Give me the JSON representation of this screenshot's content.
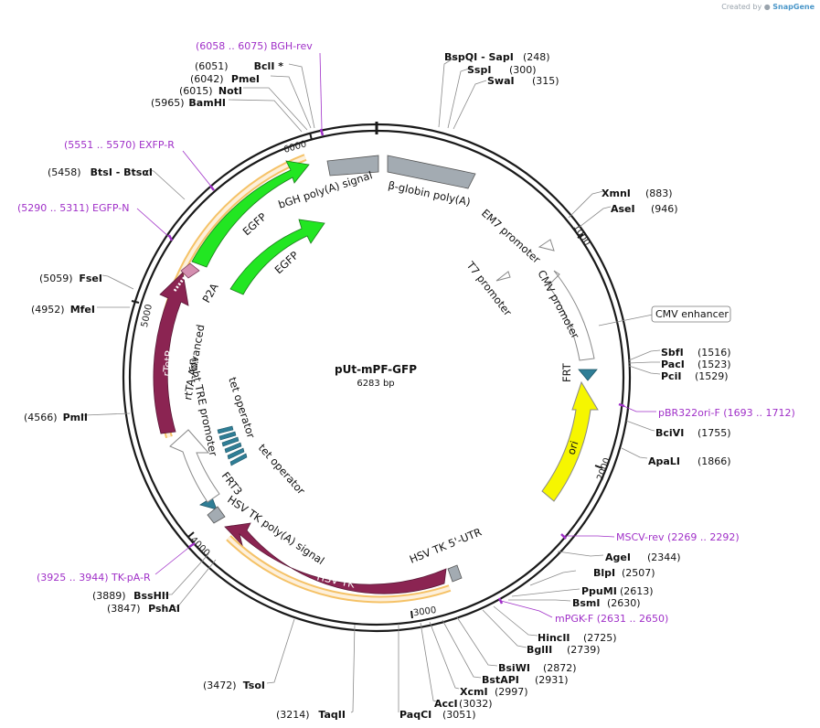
{
  "credit": {
    "prefix": "Created by",
    "brand": "SnapGene"
  },
  "plasmid": {
    "name": "pUt-mPF-GFP",
    "size_label": "6283 bp",
    "length": 6283
  },
  "colors": {
    "primer": "#a030c8",
    "green": "#22e622",
    "maroon": "#8b2452",
    "gray": "#a3abb2",
    "teal": "#2f7e96",
    "yellow": "#f6f600",
    "pink": "#d48fb0",
    "orange_halo": "#f3b74c"
  },
  "tick_labels": [
    "1000",
    "2000",
    "3000",
    "4000",
    "5000",
    "6000"
  ],
  "sites": [
    {
      "id": "bspqi",
      "parts": [
        "BspQI",
        " - SapI"
      ],
      "pos": "(248)"
    },
    {
      "id": "sspi",
      "parts": [
        "SspI"
      ],
      "pos": "(300)"
    },
    {
      "id": "swai",
      "parts": [
        "SwaI"
      ],
      "pos": "(315)"
    },
    {
      "id": "xmni",
      "parts": [
        "XmnI"
      ],
      "pos": "(883)"
    },
    {
      "id": "asei",
      "parts": [
        "AseI"
      ],
      "pos": "(946)"
    },
    {
      "id": "sbfi",
      "parts": [
        "SbfI"
      ],
      "pos": "(1516)"
    },
    {
      "id": "paci",
      "parts": [
        "PacI"
      ],
      "pos": "(1523)"
    },
    {
      "id": "pcii",
      "parts": [
        "PciI"
      ],
      "pos": "(1529)"
    },
    {
      "id": "bcivi",
      "parts": [
        "BciVI"
      ],
      "pos": "(1755)"
    },
    {
      "id": "apali",
      "parts": [
        "ApaLI"
      ],
      "pos": "(1866)"
    },
    {
      "id": "agei",
      "parts": [
        "AgeI"
      ],
      "pos": "(2344)"
    },
    {
      "id": "blpi",
      "parts": [
        "BlpI"
      ],
      "pos": "(2507)"
    },
    {
      "id": "ppumi",
      "parts": [
        "PpuMI"
      ],
      "pos": "(2613)"
    },
    {
      "id": "bsmi",
      "parts": [
        "BsmI"
      ],
      "pos": "(2630)"
    },
    {
      "id": "hincii",
      "parts": [
        "HincII"
      ],
      "pos": "(2725)"
    },
    {
      "id": "bglii",
      "parts": [
        "BglII"
      ],
      "pos": "(2739)"
    },
    {
      "id": "bsiwi",
      "parts": [
        "BsiWI"
      ],
      "pos": "(2872)"
    },
    {
      "id": "bstapi",
      "parts": [
        "BstAPI"
      ],
      "pos": "(2931)"
    },
    {
      "id": "xcmi",
      "parts": [
        "XcmI"
      ],
      "pos": "(2997)"
    },
    {
      "id": "acci",
      "parts": [
        "AccI"
      ],
      "pos": "(3032)"
    },
    {
      "id": "paqci",
      "parts": [
        "PaqCI"
      ],
      "pos": "(3051)"
    },
    {
      "id": "taqii",
      "parts": [
        "TaqII"
      ],
      "pos": "(3214)"
    },
    {
      "id": "tsoi",
      "parts": [
        "TsoI"
      ],
      "pos": "(3472)"
    },
    {
      "id": "pshai",
      "parts": [
        "PshAI"
      ],
      "pos": "(3847)"
    },
    {
      "id": "bsshii",
      "parts": [
        "BssHII"
      ],
      "pos": "(3889)"
    },
    {
      "id": "pmli",
      "parts": [
        "PmlI"
      ],
      "pos": "(4566)"
    },
    {
      "id": "mfei",
      "parts": [
        "MfeI"
      ],
      "pos": "(4952)"
    },
    {
      "id": "fsei",
      "parts": [
        "FseI"
      ],
      "pos": "(5059)"
    },
    {
      "id": "btsi",
      "parts": [
        "BtsI",
        " - BtsαI"
      ],
      "pos": "(5458)"
    },
    {
      "id": "bamhi",
      "parts": [
        "BamHI"
      ],
      "pos": "(5965)"
    },
    {
      "id": "noti",
      "parts": [
        "NotI"
      ],
      "pos": "(6015)"
    },
    {
      "id": "pmei",
      "parts": [
        "PmeI"
      ],
      "pos": "(6042)"
    },
    {
      "id": "bcli",
      "parts": [
        "BclI *"
      ],
      "pos": "(6051)"
    }
  ],
  "primers": [
    {
      "id": "bgh-rev",
      "name": "BGH-rev",
      "range": "(6058 .. 6075)"
    },
    {
      "id": "exfp-r",
      "name": "EXFP-R",
      "range": "(5551 .. 5570)"
    },
    {
      "id": "egfp-n",
      "name": "EGFP-N",
      "range": "(5290 .. 5311)"
    },
    {
      "id": "pbr322ori-f",
      "name": "pBR322ori-F",
      "range": "(1693 .. 1712)"
    },
    {
      "id": "mscv-rev",
      "name": "MSCV-rev",
      "range": "(2269 .. 2292)"
    },
    {
      "id": "mpgk-f",
      "name": "mPGK-F",
      "range": "(2631 .. 2650)"
    },
    {
      "id": "tk-pa-r",
      "name": "TK-pA-R",
      "range": "(3925 .. 3944)"
    }
  ],
  "features": {
    "bgh_polya": "bGH poly(A) signal",
    "beta_globin_polya": "β-globin poly(A)",
    "em7": "EM7 promoter",
    "t7": "T7 promoter",
    "cmv_promoter": "CMV promoter",
    "cmv_enhancer": "CMV enhancer",
    "frt": "FRT",
    "ori": "ori",
    "hsv_tk_utr": "HSV TK 5'-UTR",
    "hsv_tk": "HSV TK",
    "hsv_tk_polya": "HSV TK poly(A) signal",
    "frt3": "FRT3",
    "tet_operator_1": "tet operator",
    "tet_operator_2": "tet operator",
    "tight_tre": "tight TRE promoter",
    "rtta": "rtTA-Advanced",
    "rtetr": "rTetR",
    "p2a": "P2A",
    "egfp_outer": "EGFP",
    "egfp_inner": "EGFP"
  }
}
